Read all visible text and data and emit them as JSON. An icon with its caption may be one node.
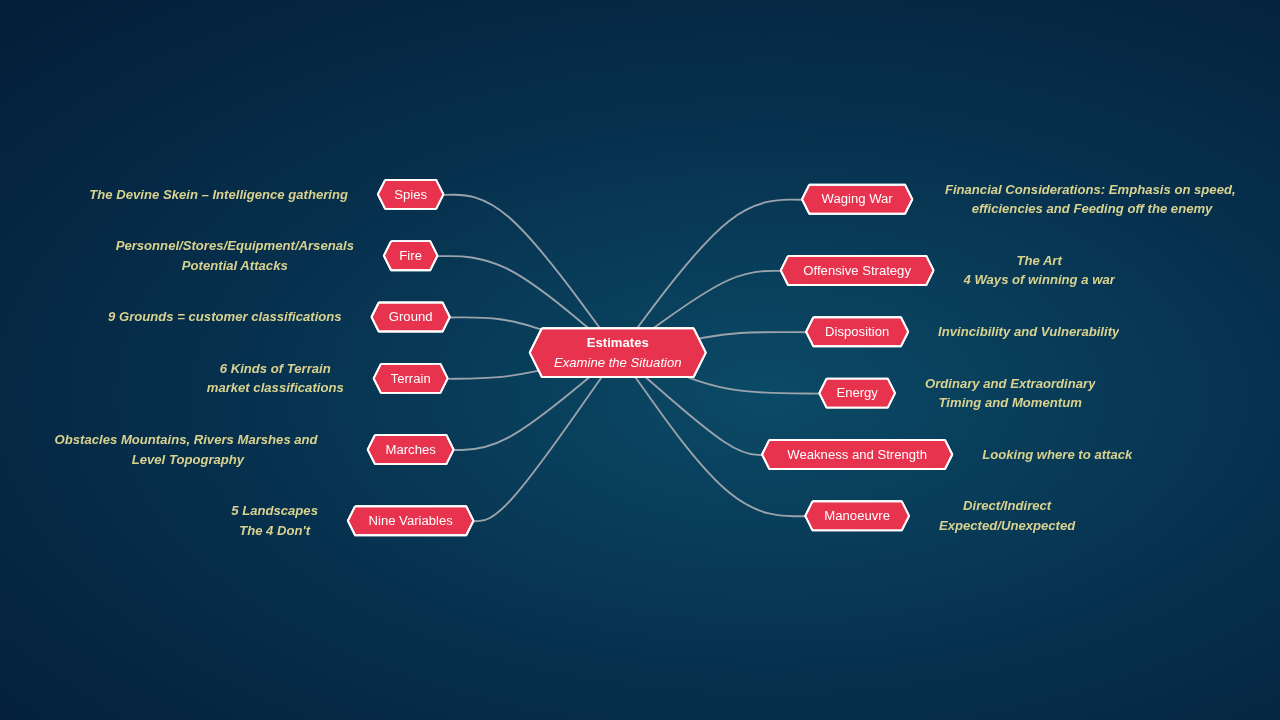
{
  "diagram": {
    "nodes": [
      {
        "text": [
          "Estimates",
          "Examine the Situation"
        ]
      },
      {
        "text": [
          "Waging War"
        ],
        "beside": [
          "Financial Considerations: Emphasis on speed, efficiencies and Feeding off the enemy"
        ]
      },
      {
        "text": [
          "Offensive Strategy"
        ],
        "beside": [
          "The Art",
          "4 Ways of winning a war"
        ]
      },
      {
        "text": [
          "Disposition"
        ],
        "beside": [
          "Invincibility and Vulnerability"
        ]
      },
      {
        "text": [
          "Energy"
        ],
        "beside": [
          "Ordinary and Extraordinary",
          "Timing and Momentum"
        ]
      },
      {
        "text": [
          "Weakness and Strength"
        ],
        "beside": [
          "Looking where to attack"
        ]
      },
      {
        "text": [
          "Manoeuvre"
        ],
        "beside": [
          "Direct/Indirect",
          "Expected/Unexpected"
        ]
      },
      {
        "text": [
          "Spies"
        ],
        "beside": [
          "The Devine Skein – Intelligence gathering"
        ]
      },
      {
        "text": [
          "Fire"
        ],
        "beside": [
          "Personnel/Stores/Equipment/Arsenals",
          "Potential Attacks"
        ]
      },
      {
        "text": [
          "Ground"
        ],
        "beside": [
          "9 Grounds = customer classifications"
        ]
      },
      {
        "text": [
          "Terrain"
        ],
        "beside": [
          "6 Kinds of Terrain",
          "market classifications"
        ]
      },
      {
        "text": [
          "Marches"
        ],
        "beside": [
          "Obstacles Mountains, Rivers Marshes and Level Topography"
        ]
      },
      {
        "text": [
          "Nine Variables"
        ],
        "beside": [
          "5 Landscapes",
          "The 4 Don't"
        ]
      }
    ],
    "edges": [
      {
        "from": 0,
        "to": 1,
        "arrow": "none"
      },
      {
        "from": 0,
        "to": 2,
        "arrow": "none"
      },
      {
        "from": 0,
        "to": 3,
        "arrow": "none"
      },
      {
        "from": 0,
        "to": 4,
        "arrow": "none"
      },
      {
        "from": 0,
        "to": 5,
        "arrow": "none"
      },
      {
        "from": 0,
        "to": 6,
        "arrow": "none"
      },
      {
        "from": 7,
        "to": 0,
        "arrow": "none"
      },
      {
        "from": 8,
        "to": 0,
        "arrow": "none"
      },
      {
        "from": 9,
        "to": 0,
        "arrow": "none"
      },
      {
        "from": 10,
        "to": 0,
        "arrow": "none"
      },
      {
        "from": 11,
        "to": 0,
        "arrow": "none"
      },
      {
        "from": 12,
        "to": 0,
        "arrow": "none"
      }
    ]
  }
}
